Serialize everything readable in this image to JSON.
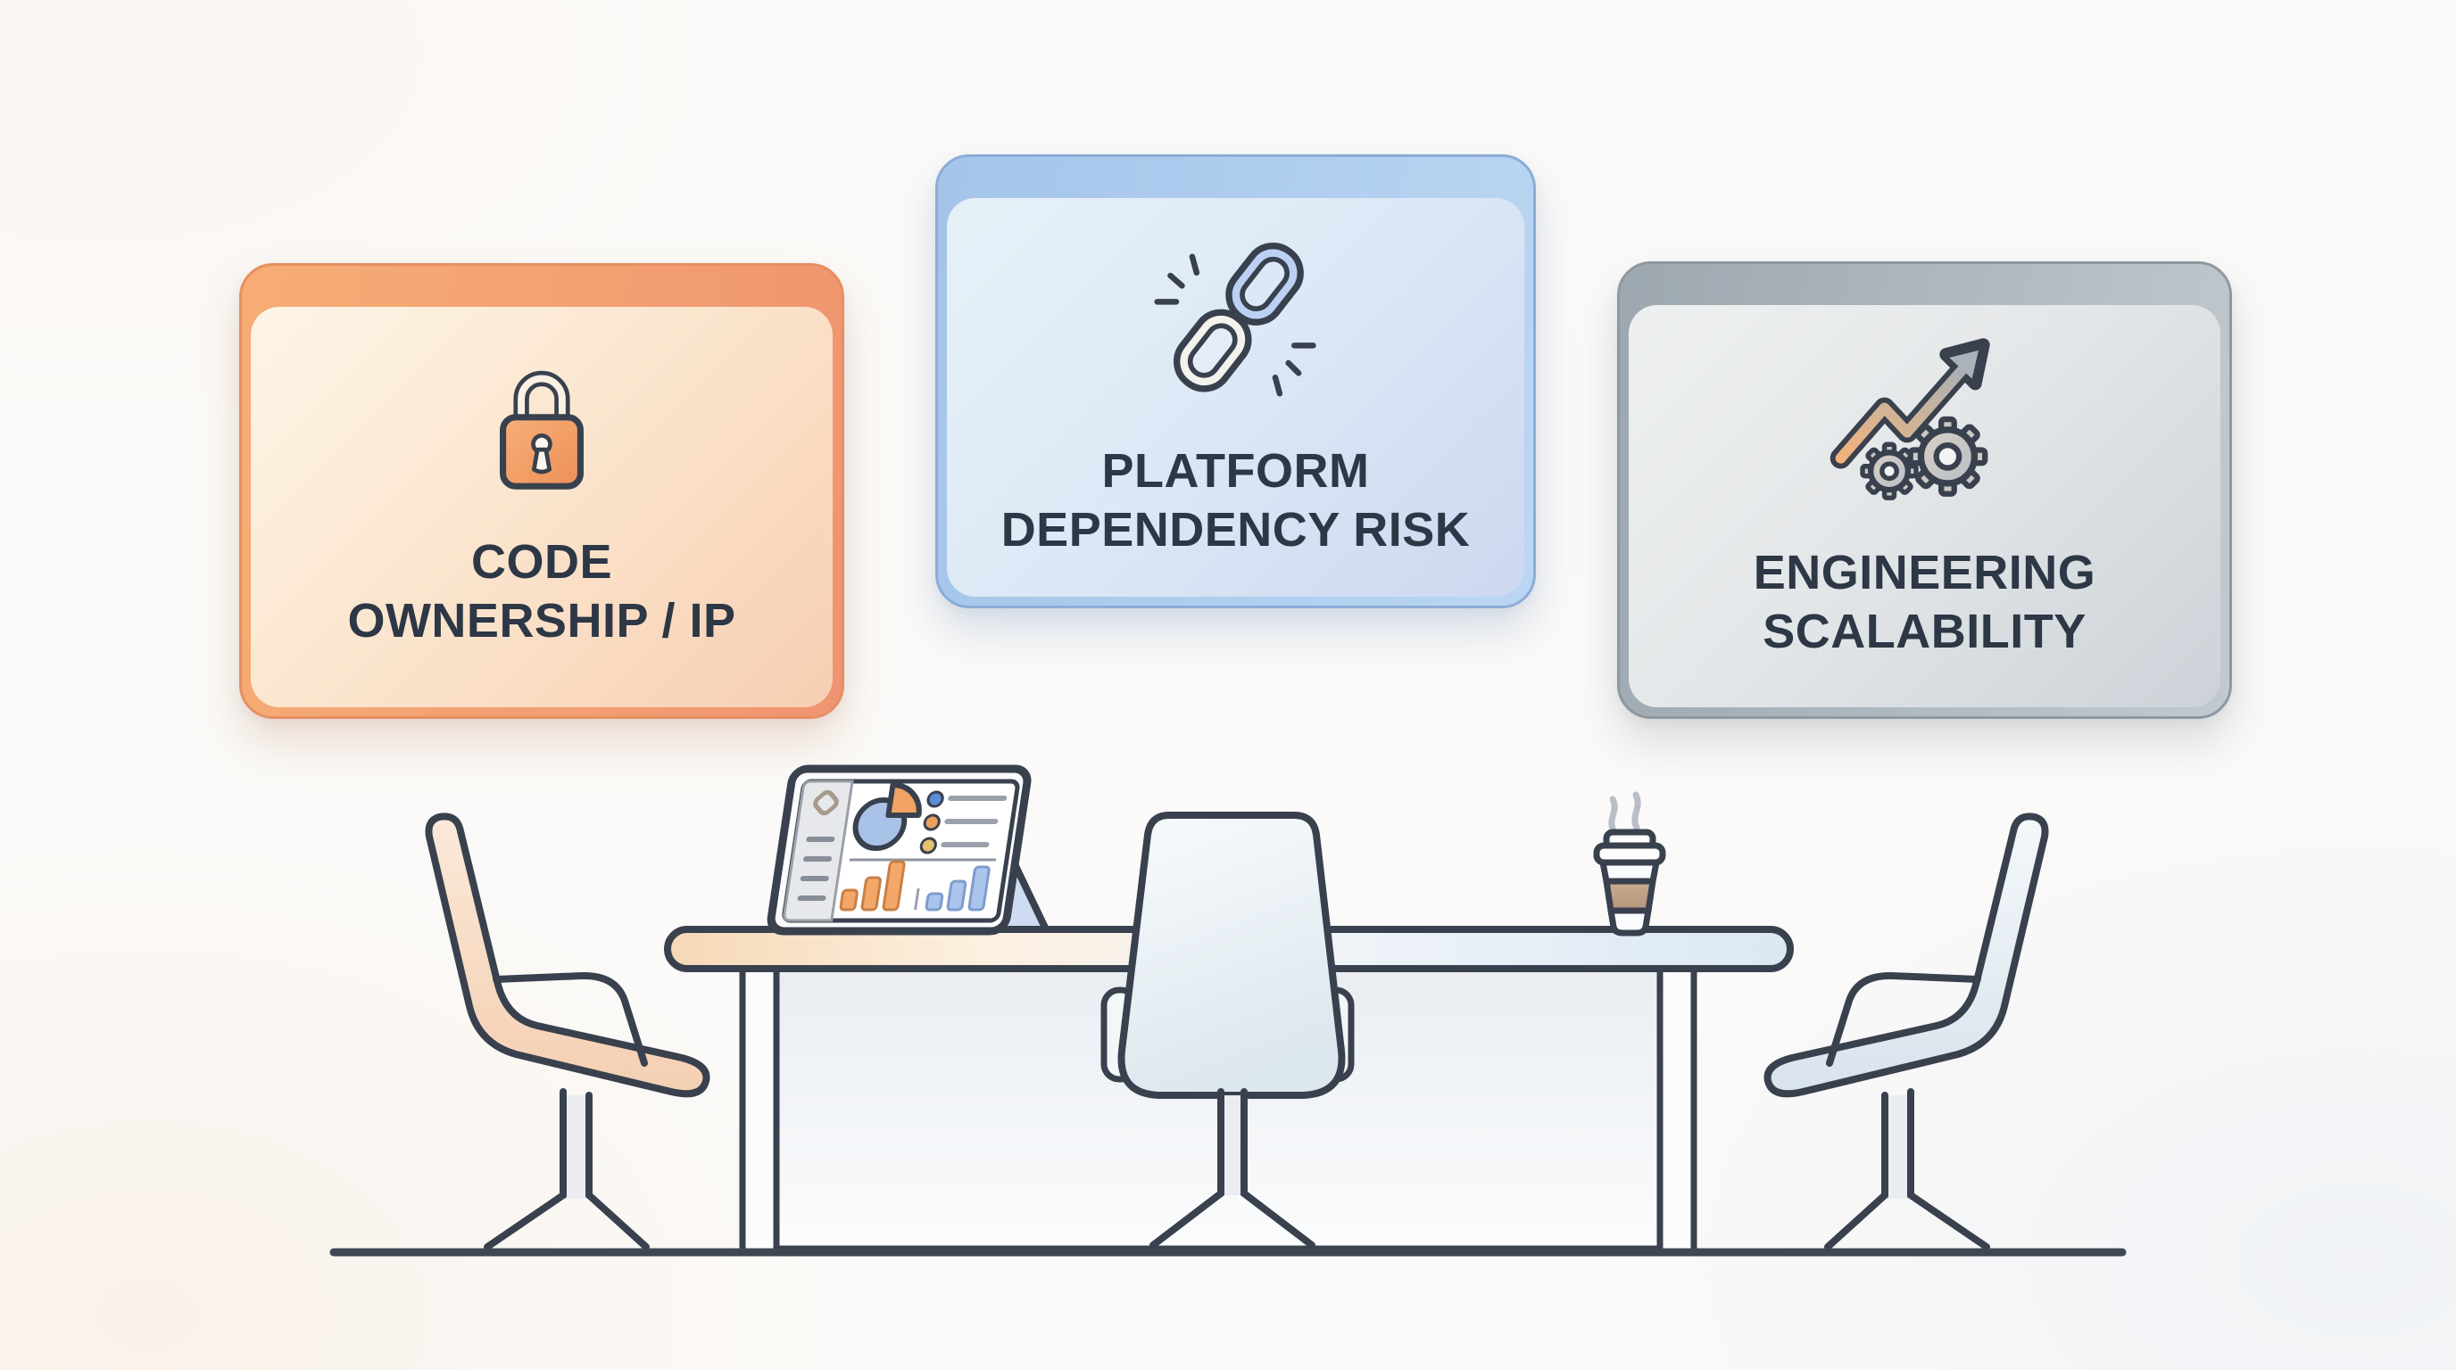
{
  "cards": [
    {
      "label": [
        "CODE",
        "OWNERSHIP / IP"
      ],
      "icon": "lock-icon",
      "theme": {
        "header_gradient": [
          "#f6ad74",
          "#ef9470"
        ],
        "body_gradient": [
          "#fdf5e8",
          "#f7ceb2"
        ],
        "border": "#e68f62"
      }
    },
    {
      "label": [
        "PLATFORM",
        "DEPENDENCY RISK"
      ],
      "icon": "broken-link-icon",
      "theme": {
        "header_gradient": [
          "#a4c4ea",
          "#bad6f2"
        ],
        "body_gradient": [
          "#e6f1f7",
          "#cdd7f0"
        ],
        "border": "#8cacd8"
      }
    },
    {
      "label": [
        "ENGINEERING",
        "SCALABILITY"
      ],
      "icon": "growth-gears-icon",
      "theme": {
        "header_gradient": [
          "#9da7af",
          "#c2c9cf"
        ],
        "body_gradient": [
          "#eef0f0",
          "#ccd2d8"
        ],
        "border": "#8e98a0"
      }
    }
  ],
  "style": {
    "text_color": "#2d3745",
    "outline_color": "#39414e",
    "background": "#fbfaf8",
    "chair_left_color": "#f6d3b7",
    "chair_right_color": "#dde6ee",
    "coffee_sleeve_color": "#b2957a"
  },
  "scene": {
    "items": [
      "conference-desk",
      "laptop-dashboard",
      "coffee-cup",
      "office-chair-left",
      "office-chair-center",
      "office-chair-right",
      "floor-line"
    ]
  }
}
